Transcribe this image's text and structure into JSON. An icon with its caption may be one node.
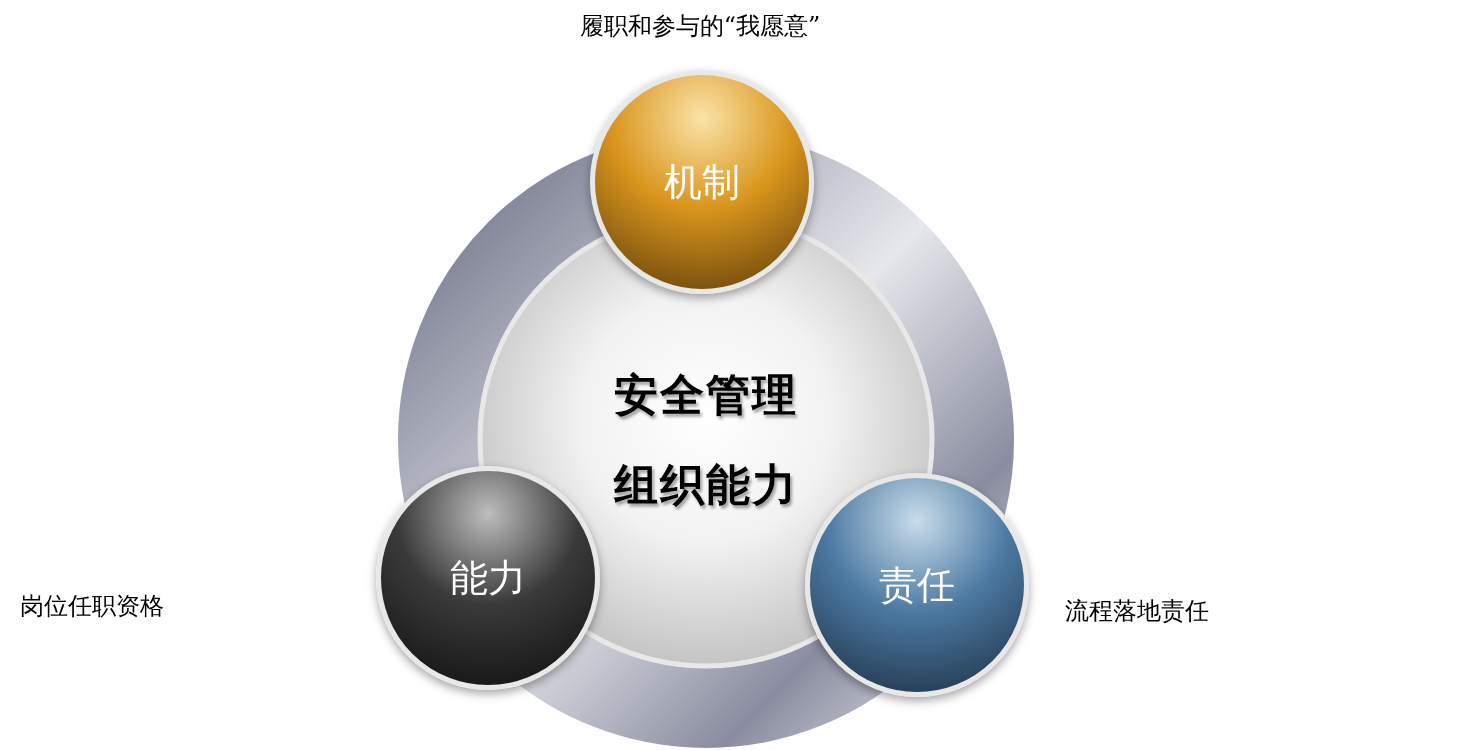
{
  "diagram": {
    "nodes": [
      {
        "text": [
          "机制"
        ],
        "beside": [
          "履职和参与的“我愿意”"
        ]
      },
      {
        "text": [
          "安全管理组织能力"
        ]
      },
      {
        "text": [
          "能力"
        ]
      },
      {
        "text": [
          "责任"
        ],
        "beside": [
          "流程落地责任"
        ]
      }
    ],
    "edges": [],
    "labels": [
      "岗位任职资格"
    ]
  }
}
